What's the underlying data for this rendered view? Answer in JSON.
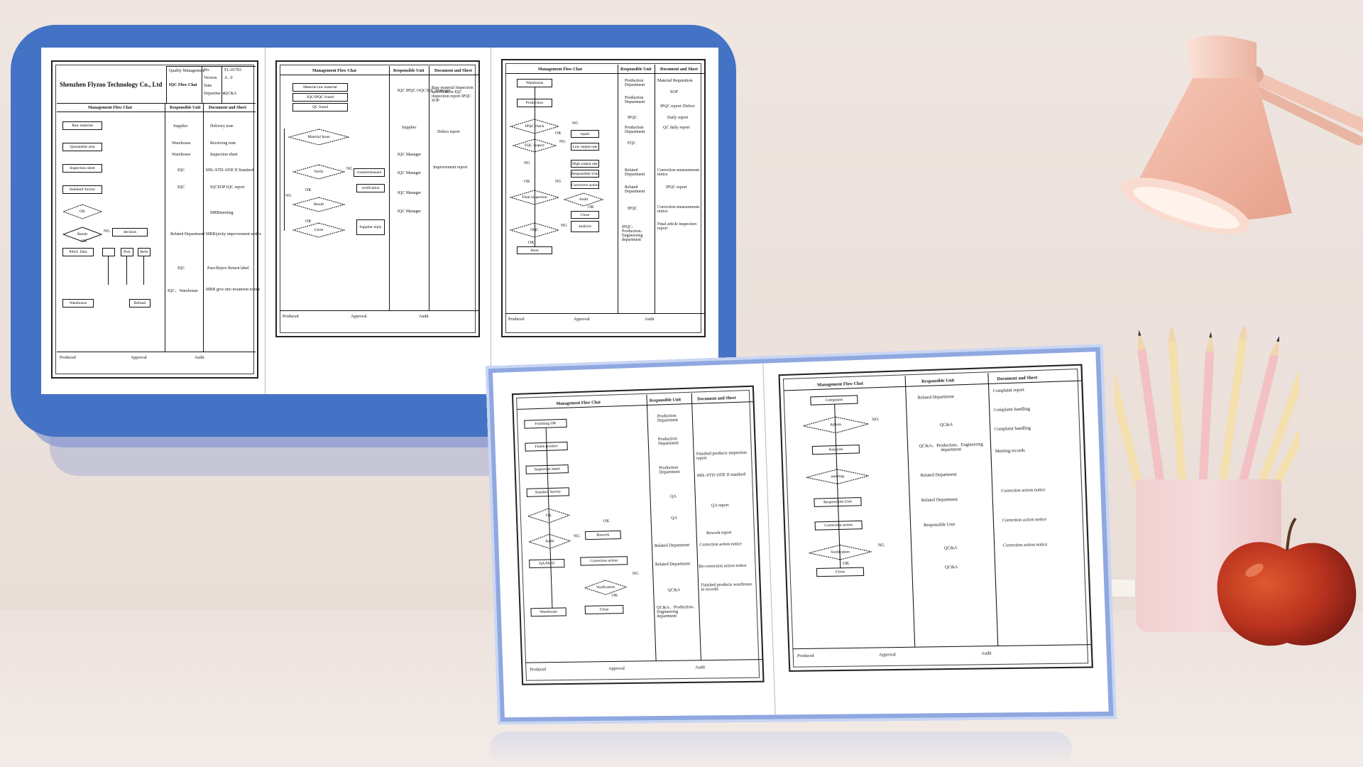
{
  "scene": {
    "wall_color": "#ece1dc",
    "frame_primary": "#4472c4",
    "frame_secondary": "#8fa8e0"
  },
  "doc1": {
    "company": "Shenzhen Flyzoo Technology Co., Ltd",
    "meta_labels": [
      "Quality Management",
      "IQC Flow Chat"
    ],
    "meta_fields": [
      [
        "No.",
        "FL-01703"
      ],
      [
        "Version",
        "A . 0"
      ],
      [
        "Date",
        ""
      ],
      [
        "Departme nt",
        "QC&A"
      ]
    ],
    "headers": [
      "Management Flow Chat",
      "Responsible Unit",
      "Document and Sheet"
    ],
    "flow": [
      "Raw material",
      "Quarantine area",
      "Inspection sheet",
      "Standard Survey",
      "OK",
      "Result",
      "NG",
      "decision",
      "PASS",
      "Dim",
      "Pick",
      "Refu",
      "OK",
      "Warehouse",
      "Refund"
    ],
    "units": [
      "Supplier",
      "Warehouse",
      "Warehouse",
      "IQC",
      "IQC",
      "Related Department",
      "IQC",
      "IQC、Warehouse"
    ],
    "docs": [
      "Delivery note",
      "Receiving note",
      "Inspection sheet",
      "MIL-STD-105E II Standard",
      "IQCSOP IQC report",
      "MRBmeeting",
      "MRB/picky improvement notice",
      "Pass/Reject Return label",
      "MRB give into treatment notice"
    ],
    "footer": [
      "Produced",
      "Approval",
      "Audit"
    ]
  },
  "doc2": {
    "headers": [
      "Management Flow Chat",
      "Responsible Unit",
      "Document and Sheet"
    ],
    "flow": [
      "Material raw material",
      "IQC/IPQC found",
      "QC found",
      "Material Issue",
      "Verify",
      "NG",
      "countermeasure",
      "verification",
      "OK",
      "Result",
      "NG",
      "OK",
      "Close",
      "Supplier reply"
    ],
    "units": [
      "IQC IPQC OQC/IQC Manager",
      "Supplier",
      "IQC Manager",
      "IQC Manager",
      "IQC Manager",
      "IQC Manager"
    ],
    "docs": [
      "Raw material Inspection specification IQC inspection report IPQC SOP",
      "Defect report",
      "Improvement report"
    ],
    "footer": [
      "Produced",
      "Approval",
      "Audit"
    ]
  },
  "doc3": {
    "headers": [
      "Management Flow Chat",
      "Responsible Unit",
      "Document and Sheet"
    ],
    "flow": [
      "Warehouse",
      "Production",
      "IPQC check",
      "NG",
      "OK",
      "FQC inspect",
      "NG",
      "repair",
      "Low output rate",
      "NG",
      "High output rate",
      "Responsible Unit",
      "Corrective action",
      "OK",
      "NG",
      "Final inspection",
      "Audit",
      "OK",
      "Close",
      "OQC",
      "NG",
      "analysis",
      "OK",
      "Store"
    ],
    "units": [
      "Production Department",
      "Production Department",
      "IPQC",
      "Production Department",
      "FQC",
      "Related Department",
      "Related Department",
      "IPQC",
      "IPQC、Production、Engineering department"
    ],
    "docs": [
      "Material Requisition",
      "SOP",
      "IPQC report /Defect",
      "Daily report",
      "QC daily report",
      "Correction measurement notice",
      "IPQC report",
      "Correction measurement notice",
      "Final article inspection report"
    ],
    "footer": [
      "Produced",
      "Approval",
      "Audit"
    ]
  },
  "doc4": {
    "headers": [
      "Management Flow Chat",
      "Responsible Unit",
      "Document and Sheet"
    ],
    "flow": [
      "Finishing OK",
      "Finish product",
      "Inspection sheet",
      "Standard Survey",
      "OK",
      "Audit",
      "NG",
      "QA PASS",
      "OK",
      "Rework",
      "Correction action",
      "Verification",
      "NG",
      "OK",
      "Warehouse",
      "Close"
    ],
    "units": [
      "Production Department",
      "Production Department",
      "Production Department",
      "QA",
      "QA",
      "Related Department",
      "Related Department",
      "QC&A",
      "QC&A、Production、Engineering department"
    ],
    "docs": [
      "Finished products inspection report",
      "MIL-STD-105E II standard",
      "QA report",
      "Rework report",
      "Correction action notice",
      "Re-correction action notice",
      "Finished products warehouse in records"
    ],
    "footer": [
      "Produced",
      "Approval",
      "Audit"
    ]
  },
  "doc5": {
    "headers": [
      "Management Flow Chat",
      "Responsible Unit",
      "Document and Sheet"
    ],
    "flow": [
      "Complaint",
      "Affirm",
      "NO",
      "Analysis",
      "meeting",
      "Responsible Unit",
      "Correction action",
      "Verification",
      "NG",
      "OK",
      "Close"
    ],
    "units": [
      "Related Department",
      "QC&A",
      "QC&A、Production、Engineering department",
      "Related Department",
      "Related Department",
      "Responsible Unit",
      "QC&A",
      "QC&A"
    ],
    "docs": [
      "Complaint report",
      "Complaint handling",
      "Complaint handling",
      "Meeting records",
      "Correction action notice",
      "Correction action notice",
      "Correction action notice"
    ],
    "footer": [
      "Produced",
      "Approval",
      "Audit"
    ]
  }
}
